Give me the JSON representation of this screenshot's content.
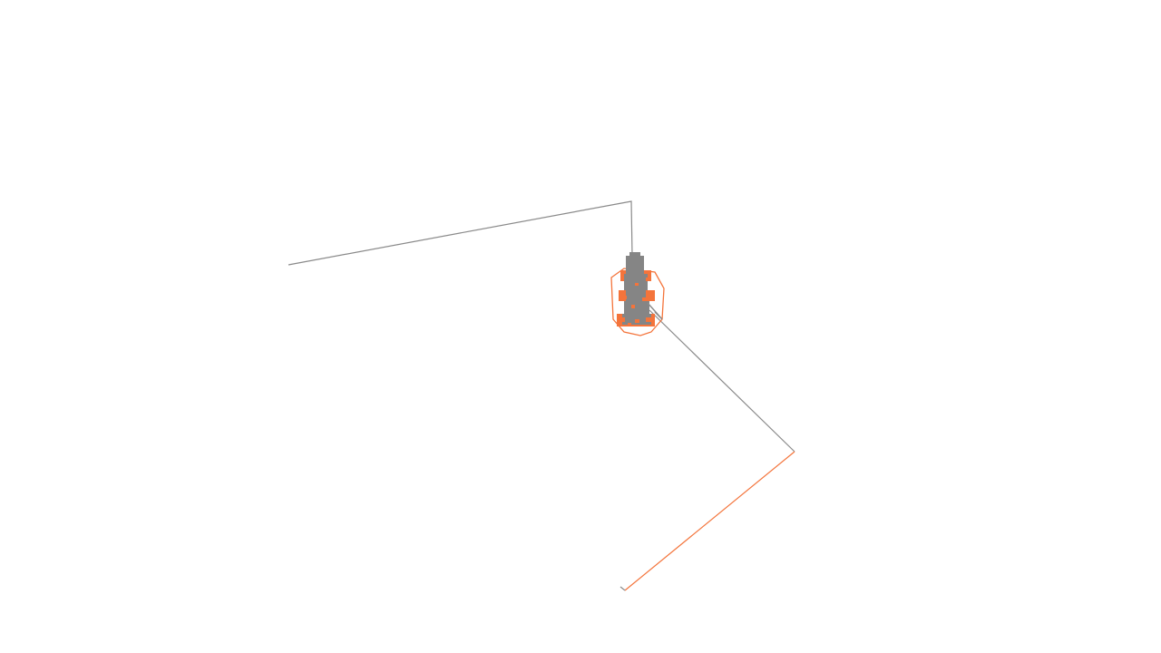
{
  "scene": {
    "background_color": "#ffffff",
    "colors": {
      "line_gray": "#8a8a8a",
      "model_gray": "#858585",
      "accent_orange": "#f4743b"
    },
    "objects": [
      "wireframe-path",
      "tower-model",
      "selection-outline"
    ]
  }
}
